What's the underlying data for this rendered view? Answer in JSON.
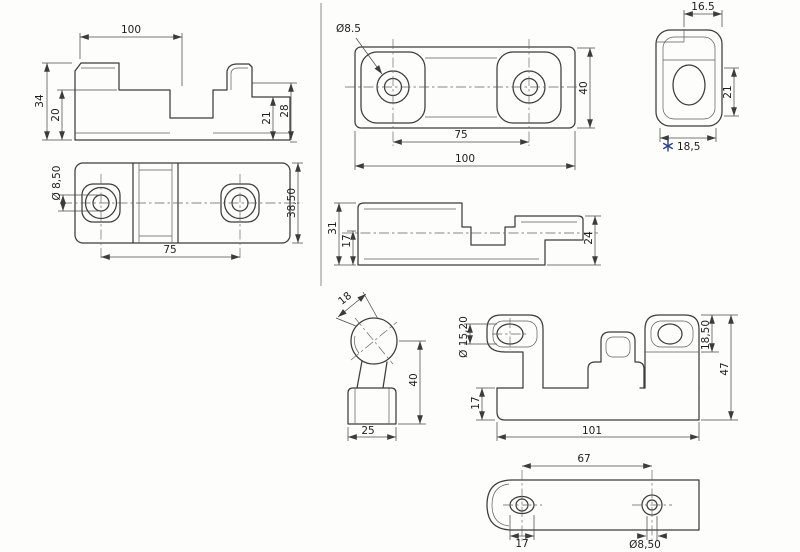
{
  "style": {
    "background": "#fdfdfc",
    "line_color": "#3c3c3c",
    "dimension_color": "#4b4b4b",
    "footnote_marker_color": "#27418f"
  },
  "icons": {
    "footnote_marker": "asterisk-star-icon"
  },
  "views": {
    "v1": {
      "w100": "100",
      "h34": "34",
      "h20": "20",
      "h21": "21",
      "h28": "28"
    },
    "v2": {
      "dia": "Ø 8,50",
      "pitch": "75",
      "h": "38,50"
    },
    "v3": {
      "dia": "Ø8.5",
      "h": "40",
      "pitch": "75",
      "w": "100"
    },
    "v4": {
      "w_top": "16.5",
      "h": "21",
      "w_bot": "18,5"
    },
    "v5": {
      "h31": "31",
      "h17": "17",
      "h24": "24"
    },
    "v6": {
      "dia": "18",
      "h": "40",
      "w": "25"
    },
    "v7": {
      "dia": "Ø 15,20",
      "boss_h": "18,50",
      "h": "47",
      "base_h": "17",
      "w": "101"
    },
    "v8": {
      "pitch": "67",
      "slot_w": "17",
      "dia": "Ø8,50"
    }
  }
}
